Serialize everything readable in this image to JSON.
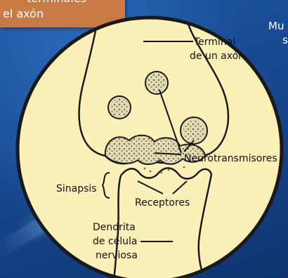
{
  "header_tag": {
    "line1": "terminales",
    "line2": "el axón"
  },
  "side_text": {
    "line1": "Mu",
    "line2": "s"
  },
  "diagram": {
    "labels": {
      "axon_terminal_line1": "Terminal",
      "axon_terminal_line2": "de un axón",
      "neurotransmitters": "Neurotransmisores",
      "synapse": "Sinapsis",
      "receptors": "Receptores",
      "dendrite_line1": "Dendrita",
      "dendrite_line2": "de célula",
      "dendrite_line3": "nerviosa"
    }
  },
  "colors": {
    "background": "#1b4f95",
    "tag": "#c97a45",
    "lens": "#fbf1b8",
    "vesicle": "#e4dbb1"
  }
}
